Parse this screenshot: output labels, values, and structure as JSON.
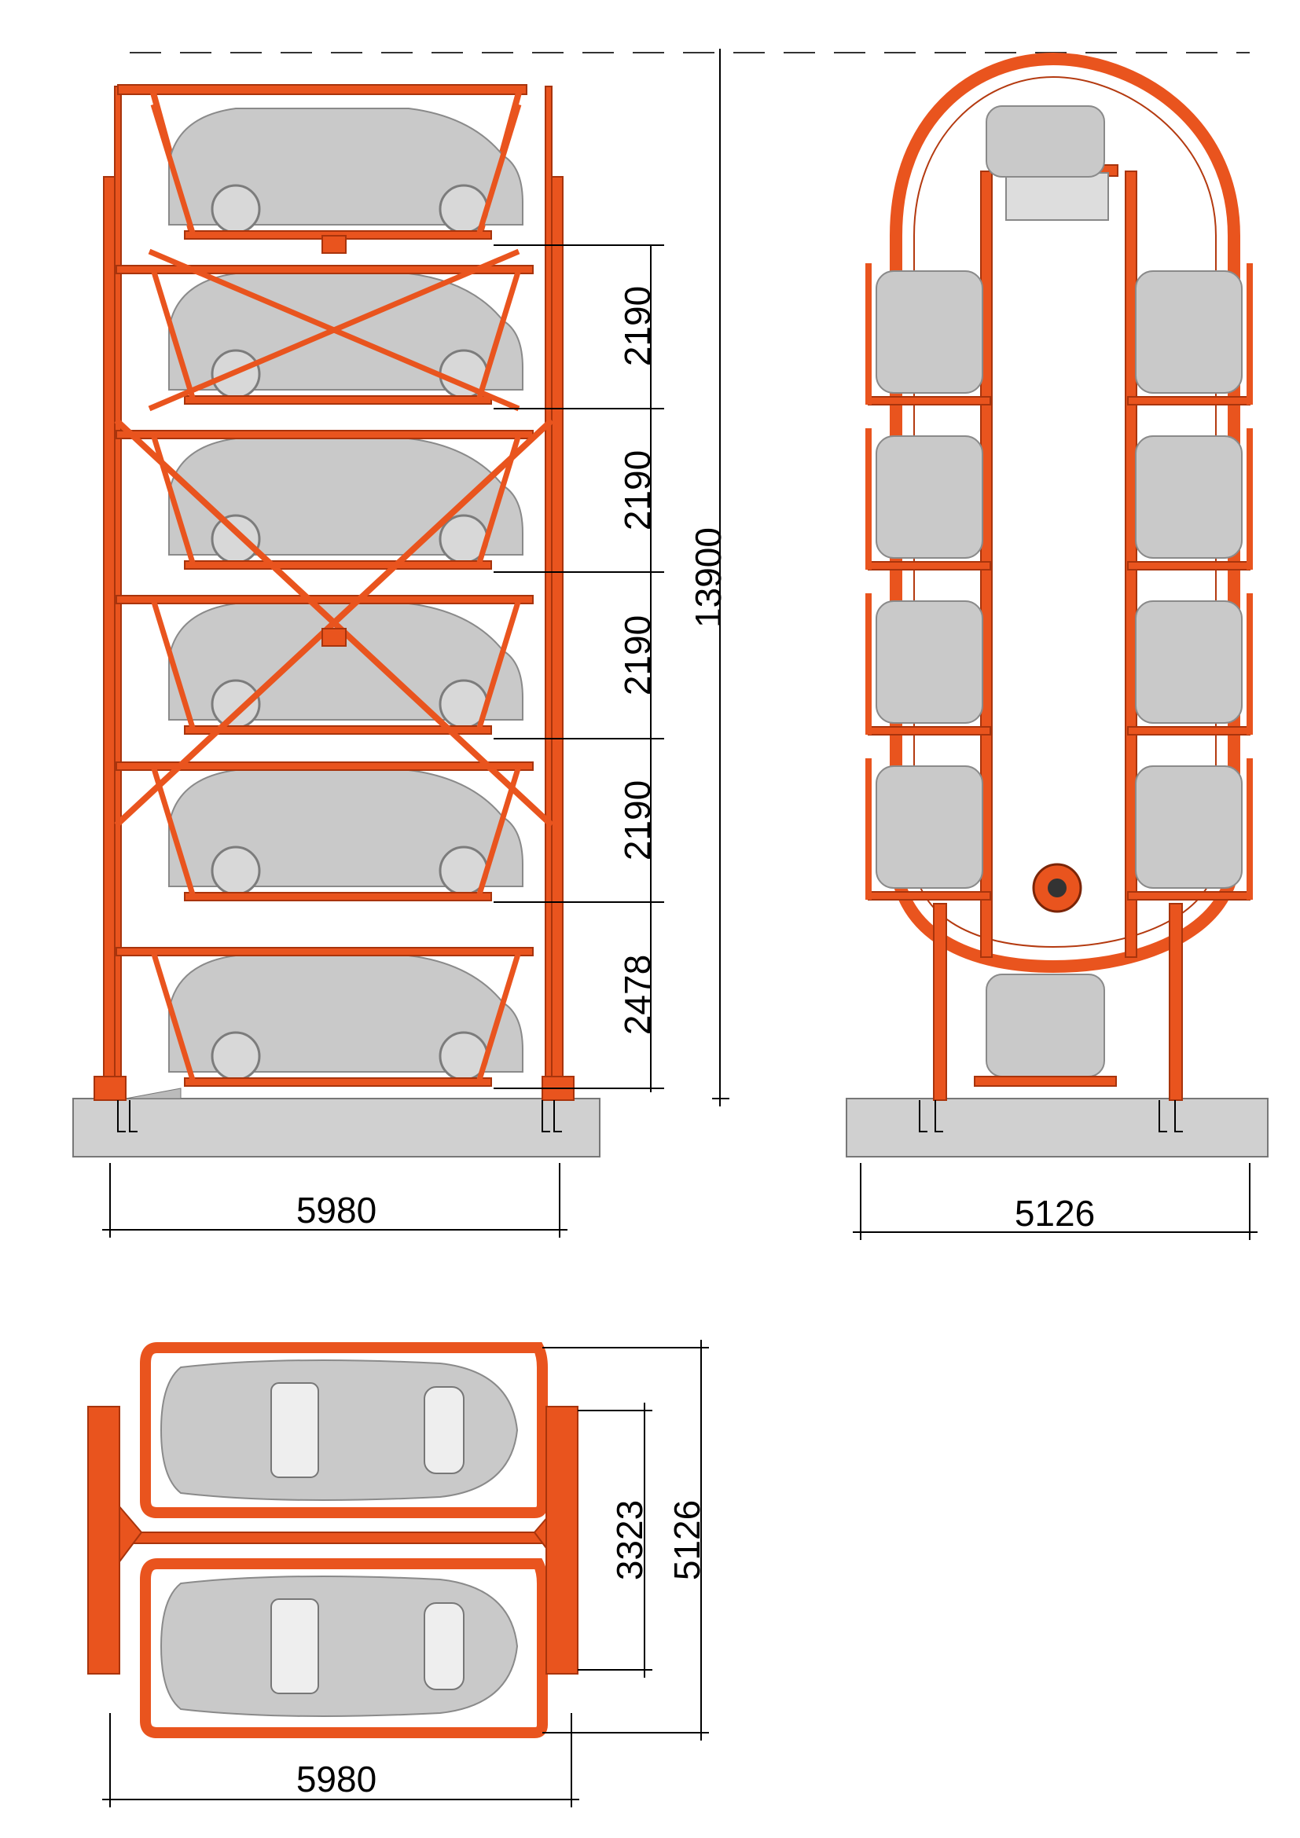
{
  "side_view": {
    "level_heights": [
      "2190",
      "2190",
      "2190",
      "2190",
      "2478"
    ],
    "total_height": "13900",
    "width": "5980"
  },
  "front_view": {
    "width": "5126"
  },
  "plan_view": {
    "inner_width": "3323",
    "outer_width": "5126",
    "length": "5980"
  },
  "colors": {
    "frame": "#e9541e",
    "car": "#c9c9c9",
    "ground": "#d0d0d0"
  }
}
